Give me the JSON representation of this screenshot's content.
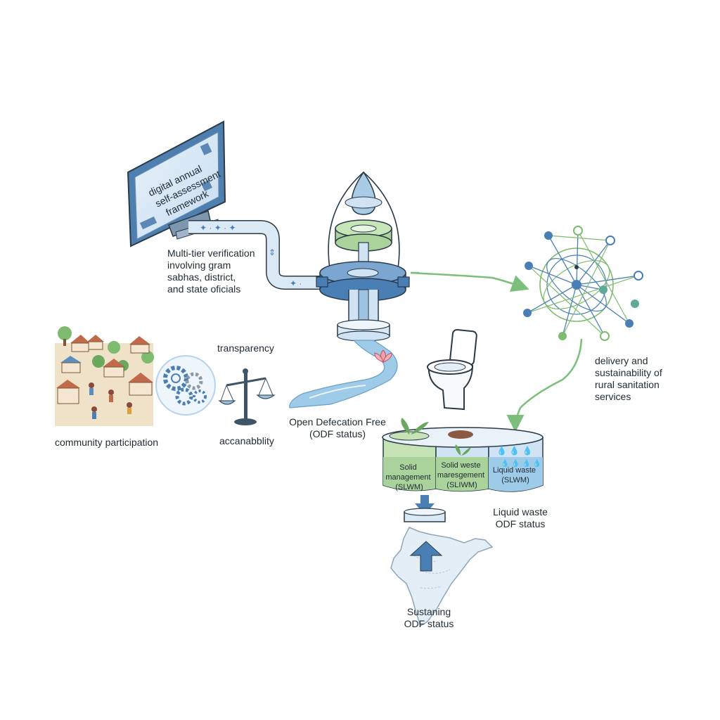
{
  "monitor": {
    "screen_text": [
      "digital annual",
      "self-assessment",
      "framework"
    ]
  },
  "labels": {
    "verification": "Multi-tier verification\ninvolving gram\nsabhas, district,\nand state oficials",
    "transparency": "transparency",
    "accountability": "accanabblity",
    "community": "community participation",
    "odf_free": "Open Defecation Free\n(ODF status)",
    "delivery": "delivery and\nsustainability of\nrural sanitation\nservices",
    "liquid_odf": "Liquid waste\nODF status",
    "sustaining": "Sustaning\nODF status"
  },
  "tanks": [
    {
      "text": "Solid\nmanagement\n(SLWM)"
    },
    {
      "text": "Solid weste\nmaresgement\n(SLIWM)"
    },
    {
      "text": "Liquid waste\n(SLWM)"
    }
  ],
  "colors": {
    "blue": "#4a7fb5",
    "light_blue": "#cfe3f3",
    "green": "#7dbb6e",
    "teal": "#5fa89a",
    "arrow_green": "#7cbf7a",
    "ink": "#2b3a48"
  }
}
